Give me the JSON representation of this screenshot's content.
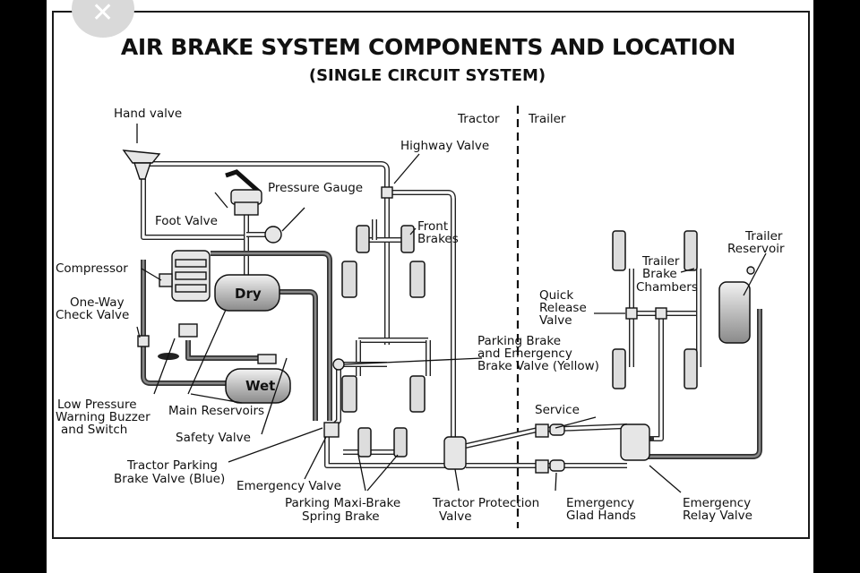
{
  "diagram": {
    "title": "AIR BRAKE SYSTEM COMPONENTS AND LOCATION",
    "subtitle": "(SINGLE CIRCUIT SYSTEM)",
    "sections": {
      "tractor": "Tractor",
      "trailer": "Trailer"
    },
    "labels": {
      "hand_valve": "Hand valve",
      "highway_valve": "Highway Valve",
      "pressure_gauge": "Pressure Gauge",
      "foot_valve": "Foot Valve",
      "front_brakes_1": "Front",
      "front_brakes_2": "Brakes",
      "compressor": "Compressor",
      "one_way_1": "One-Way",
      "one_way_2": "Check Valve",
      "dry": "Dry",
      "wet": "Wet",
      "low_pressure_1": "Low Pressure",
      "low_pressure_2": "Warning Buzzer",
      "low_pressure_3": "and Switch",
      "main_reservoirs": "Main Reservoirs",
      "safety_valve": "Safety Valve",
      "tractor_parking_1": "Tractor Parking",
      "tractor_parking_2": "Brake Valve (Blue)",
      "emergency_valve": "Emergency Valve",
      "parking_maxi_1": "Parking Maxi-Brake",
      "parking_maxi_2": "Spring Brake",
      "tractor_protection_1": "Tractor Protection",
      "tractor_protection_2": "Valve",
      "emergency_glad_1": "Emergency",
      "emergency_glad_2": "Glad Hands",
      "emergency_relay_1": "Emergency",
      "emergency_relay_2": "Relay Valve",
      "service": "Service",
      "parking_emerg_1": "Parking  Brake",
      "parking_emerg_2": "and Emergency",
      "parking_emerg_3": "Brake Valve (Yellow)",
      "quick_release_1": "Quick",
      "quick_release_2": "Release",
      "quick_release_3": "Valve",
      "trailer_chambers_1": "Trailer",
      "trailer_chambers_2": "Brake",
      "trailer_chambers_3": "Chambers",
      "trailer_reservoir_1": "Trailer",
      "trailer_reservoir_2": "Reservoir"
    }
  },
  "close_button": {
    "icon": "close-icon",
    "glyph": "✕"
  }
}
